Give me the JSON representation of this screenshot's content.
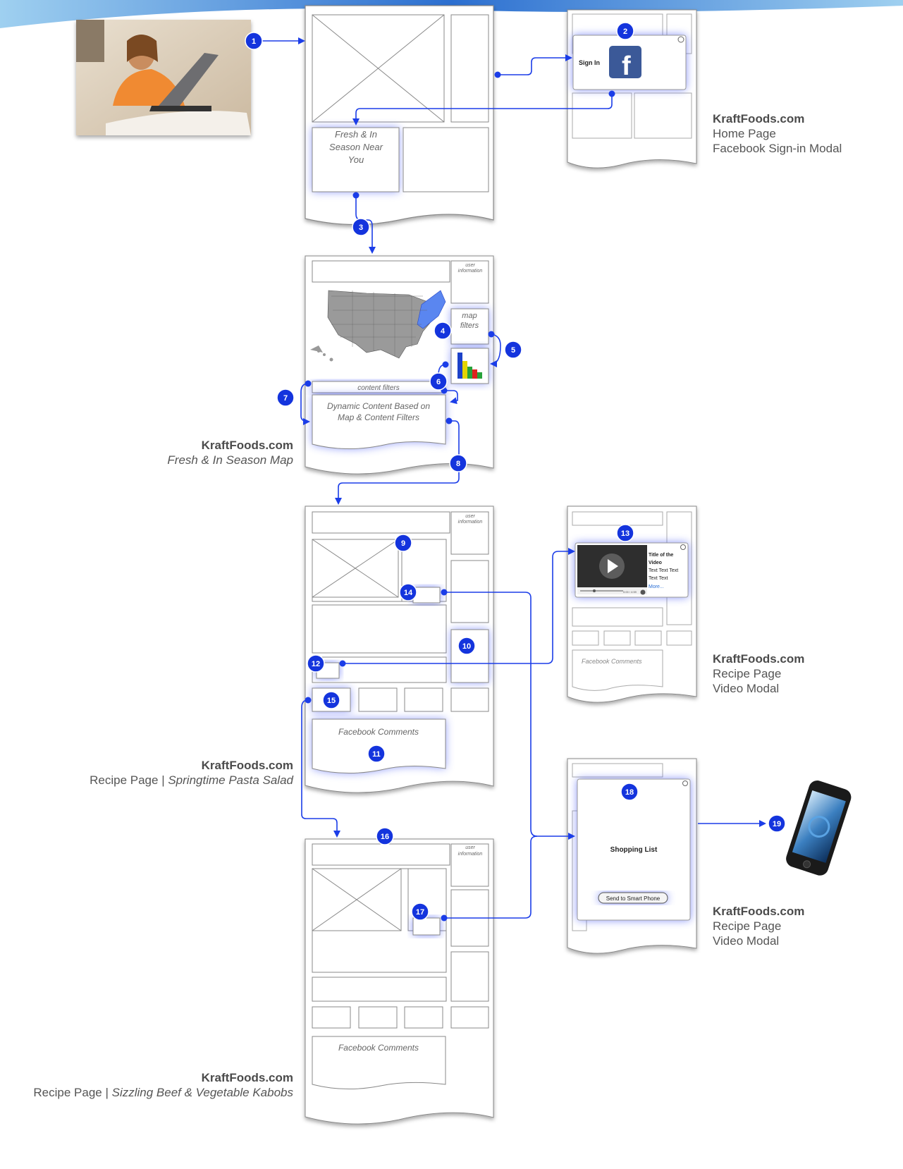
{
  "badges": [
    "1",
    "2",
    "3",
    "4",
    "5",
    "6",
    "7",
    "8",
    "9",
    "10",
    "11",
    "12",
    "13",
    "14",
    "15",
    "16",
    "17",
    "18",
    "19"
  ],
  "home": {
    "fresh_box": [
      "Fresh & In",
      "Season Near",
      "You"
    ]
  },
  "signin_modal": {
    "sign_in": "Sign In",
    "fb_letter": "f"
  },
  "map_page": {
    "user_info": [
      "user",
      "information"
    ],
    "map_filters": [
      "map",
      "filters"
    ],
    "content_filters": "content filters",
    "dynamic_content": [
      "Dynamic Content Based on",
      "Map & Content Filters"
    ]
  },
  "recipe_page": {
    "user_info": [
      "user",
      "information"
    ],
    "facebook_comments": "Facebook Comments"
  },
  "video_modal": {
    "title": [
      "Title of the",
      "Video"
    ],
    "text_lines": [
      "Text Text Text",
      "Text Text"
    ],
    "more": "More...",
    "time": "0:00 / 4:59",
    "facebook_comments": "Facebook Comments"
  },
  "recipe_page2": {
    "user_info": [
      "user",
      "information"
    ],
    "facebook_comments": "Facebook Comments"
  },
  "shopping_modal": {
    "title": "Shopping List",
    "button": "Send to Smart Phone"
  },
  "captions": {
    "home": {
      "brand": "KraftFoods.com",
      "line1": "Home Page",
      "line2": "Facebook Sign-in Modal"
    },
    "map": {
      "brand": "KraftFoods.com",
      "line1": "Fresh & In Season Map"
    },
    "recipe1": {
      "brand": "KraftFoods.com",
      "prefix": "Recipe Page | ",
      "italic": "Springtime Pasta Salad"
    },
    "video": {
      "brand": "KraftFoods.com",
      "line1": "Recipe Page",
      "line2": "Video Modal"
    },
    "recipe2": {
      "brand": "KraftFoods.com",
      "prefix": "Recipe Page | ",
      "italic": "Sizzling Beef & Vegetable Kabobs"
    },
    "shopping": {
      "brand": "KraftFoods.com",
      "line1": "Recipe Page",
      "line2": "Video Modal"
    }
  },
  "colors": {
    "accent": "#1b3de8",
    "glow": "#4a5cf5",
    "badge": "#1434dd",
    "wire": "#888888"
  }
}
